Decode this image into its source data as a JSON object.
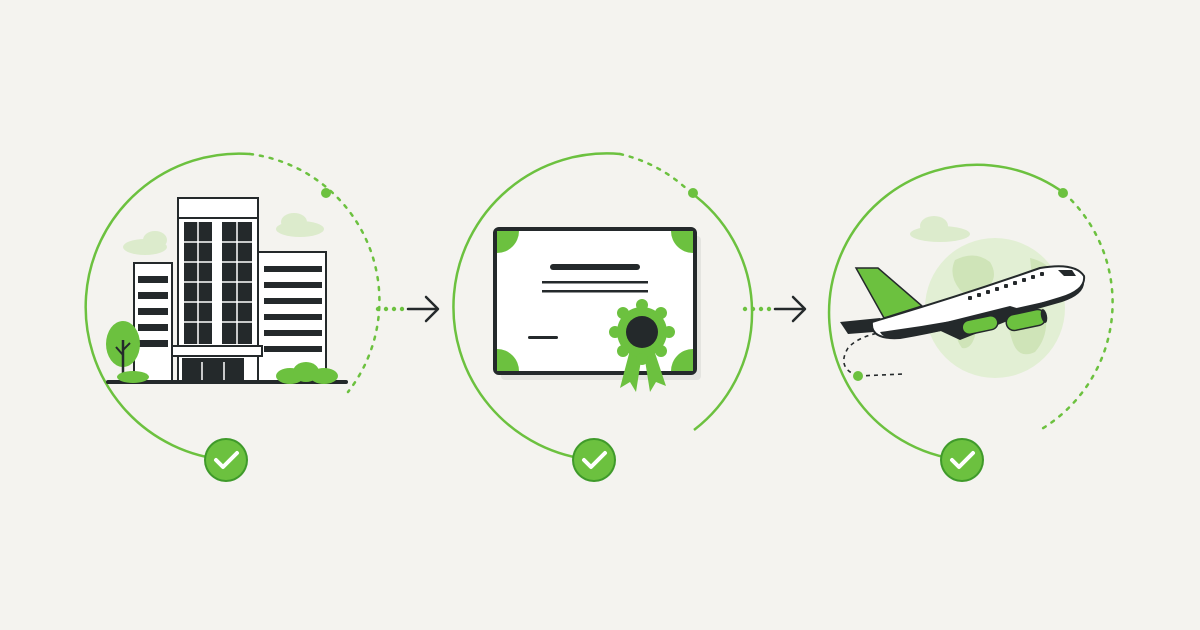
{
  "diagram": {
    "type": "process-flow",
    "steps": [
      {
        "id": "office-building",
        "icon": "office-building-icon",
        "status": "complete",
        "status_icon": "check-icon"
      },
      {
        "id": "certificate",
        "icon": "certificate-icon",
        "status": "complete",
        "status_icon": "check-icon"
      },
      {
        "id": "airplane",
        "icon": "airplane-icon",
        "status": "complete",
        "status_icon": "check-icon"
      }
    ],
    "connectors": [
      {
        "from": "office-building",
        "to": "certificate",
        "icon": "arrow-right-icon"
      },
      {
        "from": "certificate",
        "to": "airplane",
        "icon": "arrow-right-icon"
      }
    ]
  },
  "colors": {
    "background": "#f4f3ef",
    "accent": "#6cc13f",
    "accent_dark": "#3f9a2a",
    "ink": "#24292b",
    "light_green": "#d9ebc8"
  }
}
